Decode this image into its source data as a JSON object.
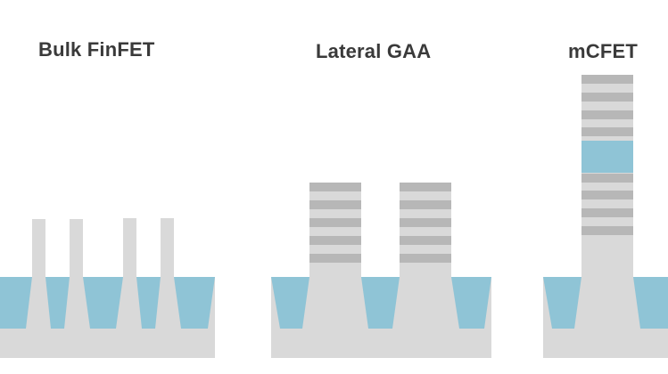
{
  "diagram": {
    "colors": {
      "silicon": "#d9d9d9",
      "oxide": "#8fc4d6",
      "channel_layer": "#b7b7b7",
      "title_text": "#3a3a3a"
    },
    "panels": [
      {
        "id": "bulk-finfet",
        "title": "Bulk FinFET"
      },
      {
        "id": "lateral-gaa",
        "title": "Lateral GAA"
      },
      {
        "id": "mcfet",
        "title": "mCFET"
      }
    ]
  }
}
